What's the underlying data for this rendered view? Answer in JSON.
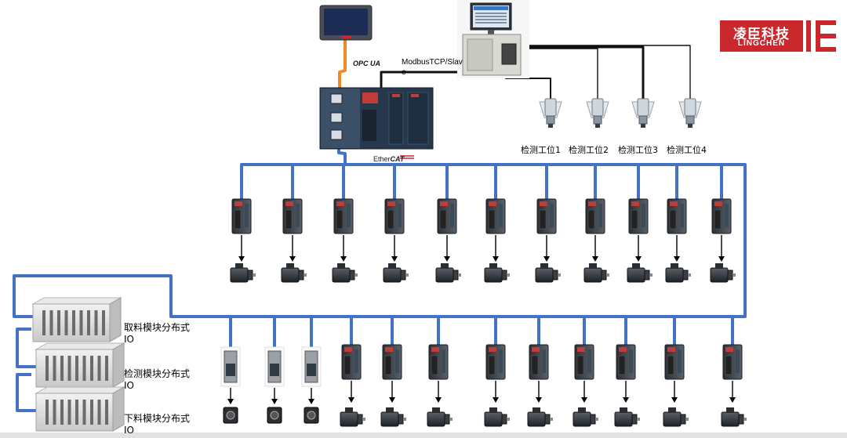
{
  "logo": {
    "text_cn": "凌臣科技",
    "text_en": "LINGCHEN"
  },
  "labels": {
    "opc_ua": "OPC UA",
    "modbus": "ModbusTCP/Slav\ne",
    "ethercat_prefix": "Ether",
    "ethercat_suffix": "CAT"
  },
  "stations": [
    "检测工位1",
    "检测工位2",
    "检测工位3",
    "检测工位4"
  ],
  "io_modules": [
    {
      "line1": "取料模块分布式",
      "line2": "IO"
    },
    {
      "line1": "检测模块分布式",
      "line2": "IO"
    },
    {
      "line1": "下料模块分布式",
      "line2": "IO"
    }
  ],
  "colors": {
    "ethercat_bus": "#4472c4",
    "opc_link": "#f08a24",
    "ethernet_link": "#111111",
    "brand": "#c9282d"
  },
  "icons": {
    "hmi": "touch-panel-icon",
    "ipc": "industrial-pc-icon",
    "plc": "plc-controller-icon",
    "camera": "vision-camera-icon",
    "servo_drive": "servo-drive-icon",
    "servo_motor": "servo-motor-icon",
    "io_module": "distributed-io-icon",
    "stepper_drive": "stepper-drive-icon",
    "stepper_motor": "stepper-motor-icon"
  }
}
